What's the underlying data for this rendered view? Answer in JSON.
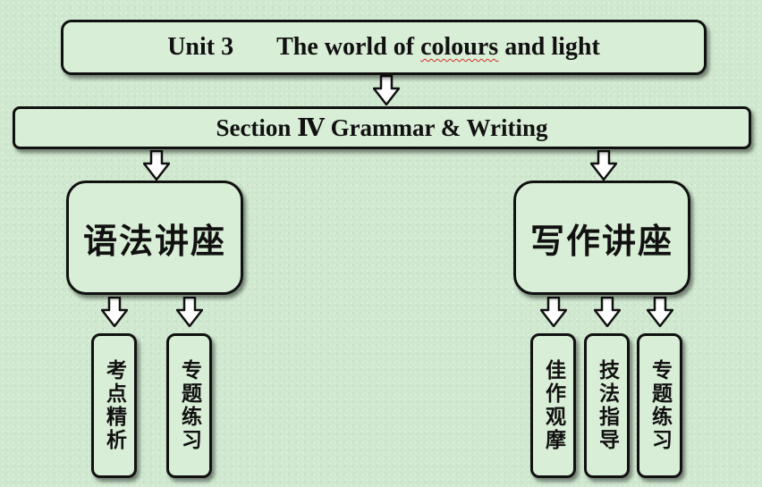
{
  "title": {
    "unit": "Unit 3",
    "text_before": "The world of ",
    "text_underlined": "colours",
    "text_after": " and light"
  },
  "section": {
    "label": "Section Ⅳ Grammar & Writing"
  },
  "branches": {
    "grammar": {
      "label": "语法讲座",
      "items": [
        "考点精析",
        "专题练习"
      ]
    },
    "writing": {
      "label": "写作讲座",
      "items": [
        "佳作观摩",
        "技法指导",
        "专题练习"
      ]
    }
  },
  "colors": {
    "background": "#cfe8cf",
    "box_fill": "#d9eed6",
    "border": "#111111"
  }
}
